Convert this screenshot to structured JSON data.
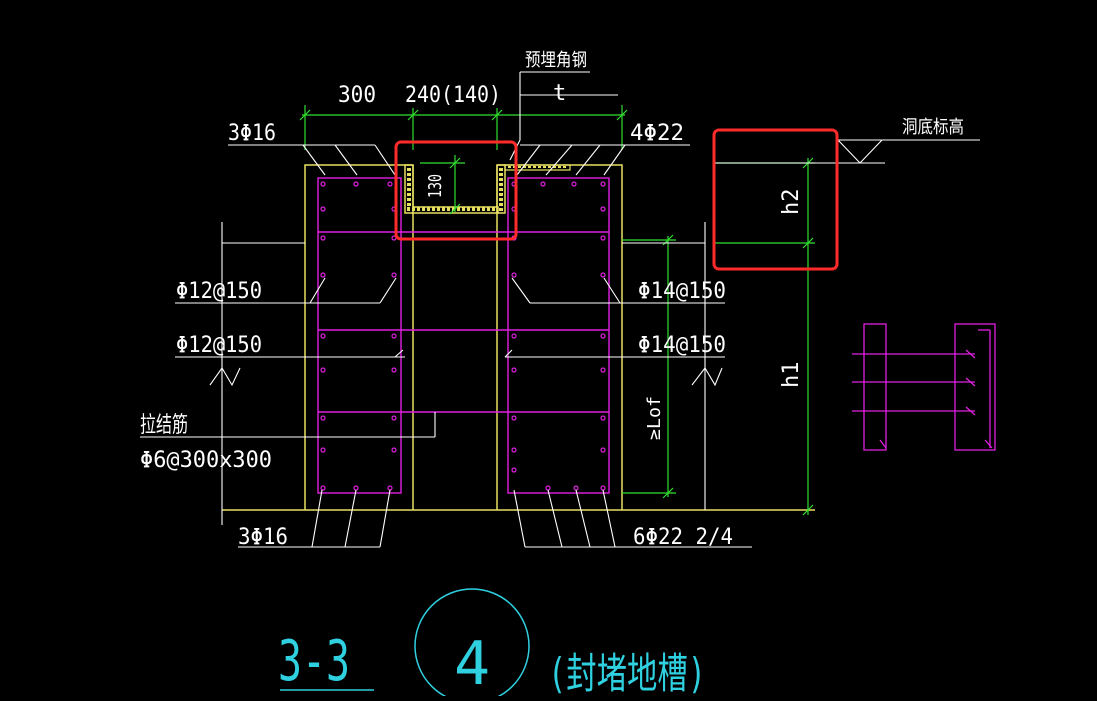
{
  "drawing": {
    "dim_300": "300",
    "dim_240": "240(140)",
    "dim_t": "t",
    "embedded_angle": "预埋角钢",
    "hole_bottom_elev": "洞底标高",
    "rebar_top_left": "3Φ16",
    "rebar_top_right": "4Φ22",
    "dim_130": "130",
    "h2": "h2",
    "h1": "h1",
    "stirrup_left_1": "Φ12@150",
    "stirrup_left_2": "Φ12@150",
    "stirrup_right_1": "Φ14@150",
    "stirrup_right_2": "Φ14@150",
    "tie_bar": "拉结筋",
    "tie_bar_spec": "Φ6@300x300",
    "lof": "≥Lof",
    "rebar_bottom_left": "3Φ16",
    "rebar_bottom_right": "6Φ22 2/4",
    "section_label": "3-3",
    "detail_number": "4",
    "caption": "(封堵地槽)"
  },
  "colors": {
    "background": "#000000",
    "magenta": "#e020e0",
    "yellow": "#e8e060",
    "green": "#30e030",
    "white": "#ffffff",
    "cyan": "#2fd0e0",
    "highlight": "#ff2a2a"
  }
}
